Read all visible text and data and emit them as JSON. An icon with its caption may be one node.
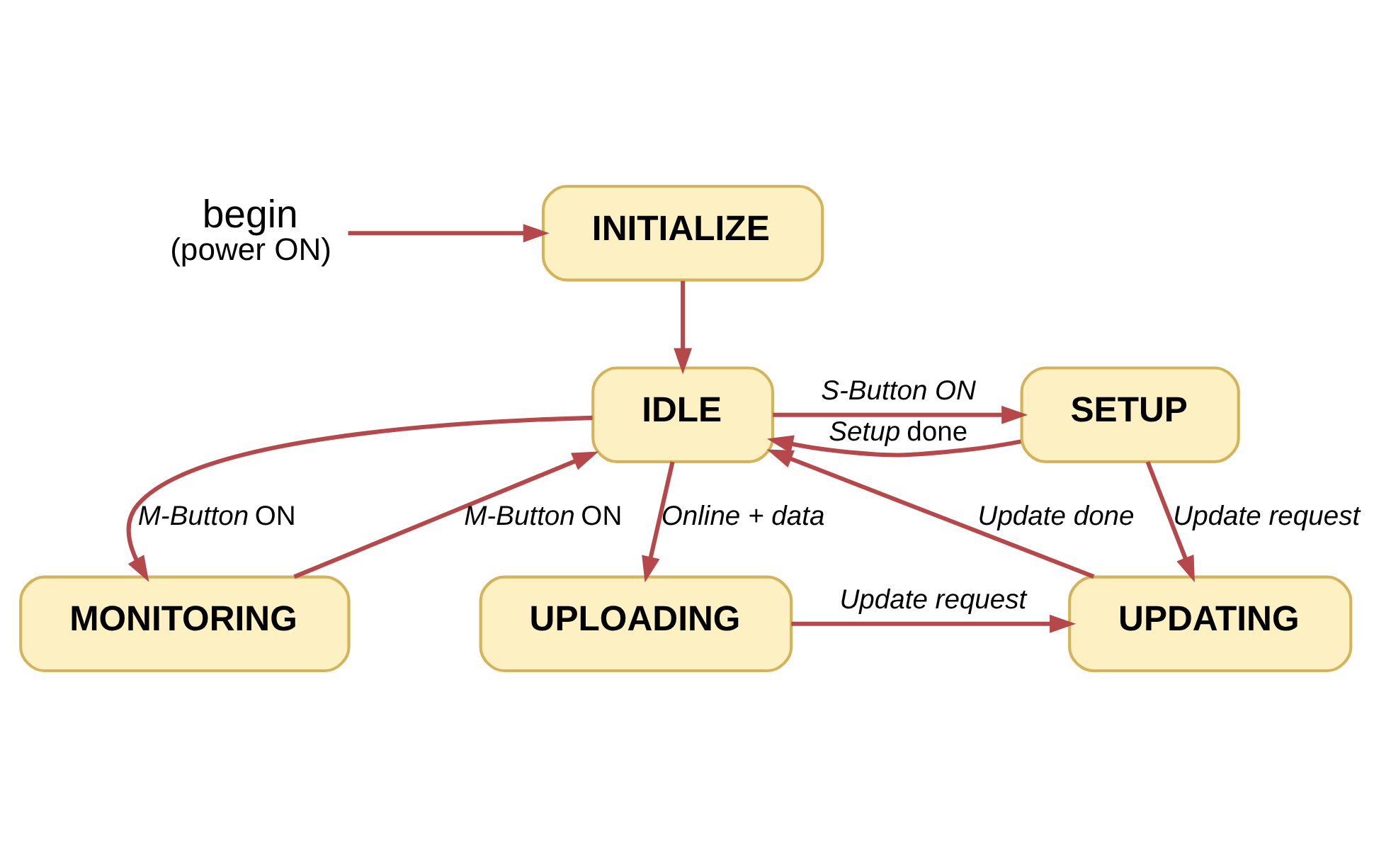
{
  "diagram": {
    "nodes": [
      {
        "text": [
          "begin",
          "(power ON)"
        ]
      },
      {
        "text": [
          "INITIALIZE"
        ]
      },
      {
        "text": [
          "MONITORING"
        ]
      },
      {
        "text": [
          "SETUP"
        ]
      },
      {
        "text": [
          "IDLE"
        ]
      },
      {
        "text": [
          "UPLOADING"
        ]
      },
      {
        "text": [
          "UPDATING"
        ]
      }
    ],
    "edges": [
      {
        "from": 0,
        "to": 1,
        "arrow": "to"
      },
      {
        "from": 1,
        "to": 4,
        "arrow": "to"
      },
      {
        "from": 4,
        "to": 2,
        "arrow": "to",
        "label": "*M-Button* ON"
      },
      {
        "from": 2,
        "to": 4,
        "arrow": "to",
        "label": "*M-Button* ON"
      },
      {
        "from": 3,
        "to": 4,
        "arrow": "to",
        "label": "*Setup* done"
      },
      {
        "from": 4,
        "to": 3,
        "arrow": "to",
        "label": "S-Button ON"
      },
      {
        "from": 4,
        "to": 5,
        "arrow": "to",
        "label": "Online + data"
      },
      {
        "from": 6,
        "to": 4,
        "arrow": "to",
        "label": "Update done"
      },
      {
        "from": 3,
        "to": 6,
        "arrow": "to",
        "label": "Update request"
      },
      {
        "from": 5,
        "to": 6,
        "arrow": "to",
        "label": "Update request"
      }
    ]
  }
}
